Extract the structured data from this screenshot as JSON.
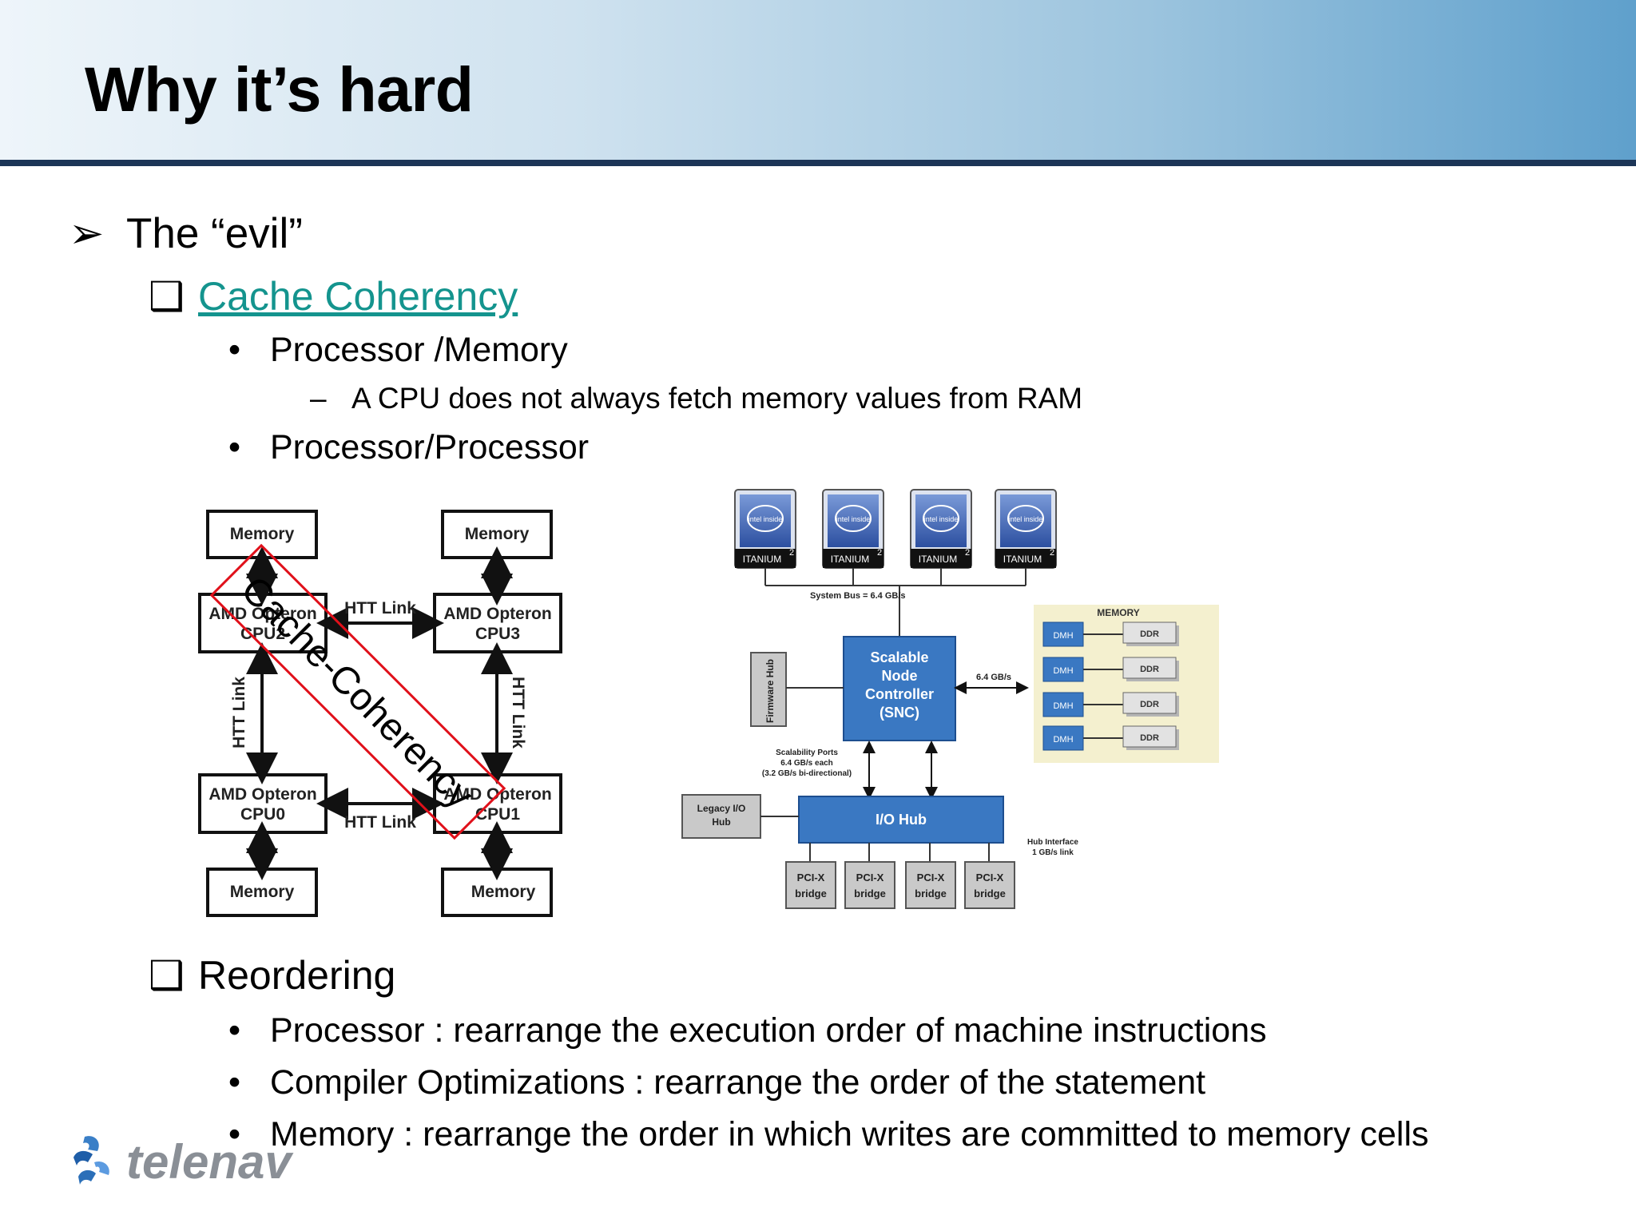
{
  "slide": {
    "title": "Why it’s hard",
    "items": {
      "evil": "The “evil”",
      "cache_coherency": "Cache Coherency",
      "processor_memory": "Processor /Memory",
      "cpu_fetch": "A CPU does not always fetch memory values from RAM",
      "processor_processor": "Processor/Processor",
      "reordering": "Reordering",
      "reorder_processor": "Processor : rearrange the execution order of machine instructions",
      "reorder_compiler": "Compiler Optimizations : rearrange the order of the statement",
      "reorder_memory": "Memory : rearrange the order in which writes are committed to memory cells"
    },
    "markers": {
      "arrow": "➢",
      "box": "❑",
      "dot": "•",
      "dash": "–"
    }
  },
  "left_diagram": {
    "memory": "Memory",
    "cpu_name": "AMD Opteron",
    "cpu2": "CPU2",
    "cpu3": "CPU3",
    "cpu0": "CPU0",
    "cpu1": "CPU1",
    "htt_link": "HTT Link",
    "overlay_label": "Cache-Coherency",
    "overlay_color": "#e0101a"
  },
  "right_diagram": {
    "itanium_badge": "intel inside",
    "itanium_label": "ITANIUM",
    "itanium_sup": "2",
    "system_bus": "System Bus = 6.4 GB/s",
    "snc_line1": "Scalable",
    "snc_line2": "Node",
    "snc_line3": "Controller",
    "snc_line4": "(SNC)",
    "firmware_hub": "Firmware Hub",
    "bandwidth": "6.4 GB/s",
    "memory_label": "MEMORY",
    "dmh": "DMH",
    "ddr": "DDR",
    "scal_ports_1": "Scalability Ports",
    "scal_ports_2": "6.4 GB/s each",
    "scal_ports_3": "(3.2 GB/s bi-directional)",
    "legacy_1": "Legacy I/O",
    "legacy_2": "Hub",
    "io_hub": "I/O Hub",
    "hub_if_1": "Hub Interface",
    "hub_if_2": "1 GB/s link",
    "pcix": "PCI-X",
    "bridge": "bridge",
    "accent": "#3a78c2"
  },
  "logo": {
    "text": "telenav"
  }
}
